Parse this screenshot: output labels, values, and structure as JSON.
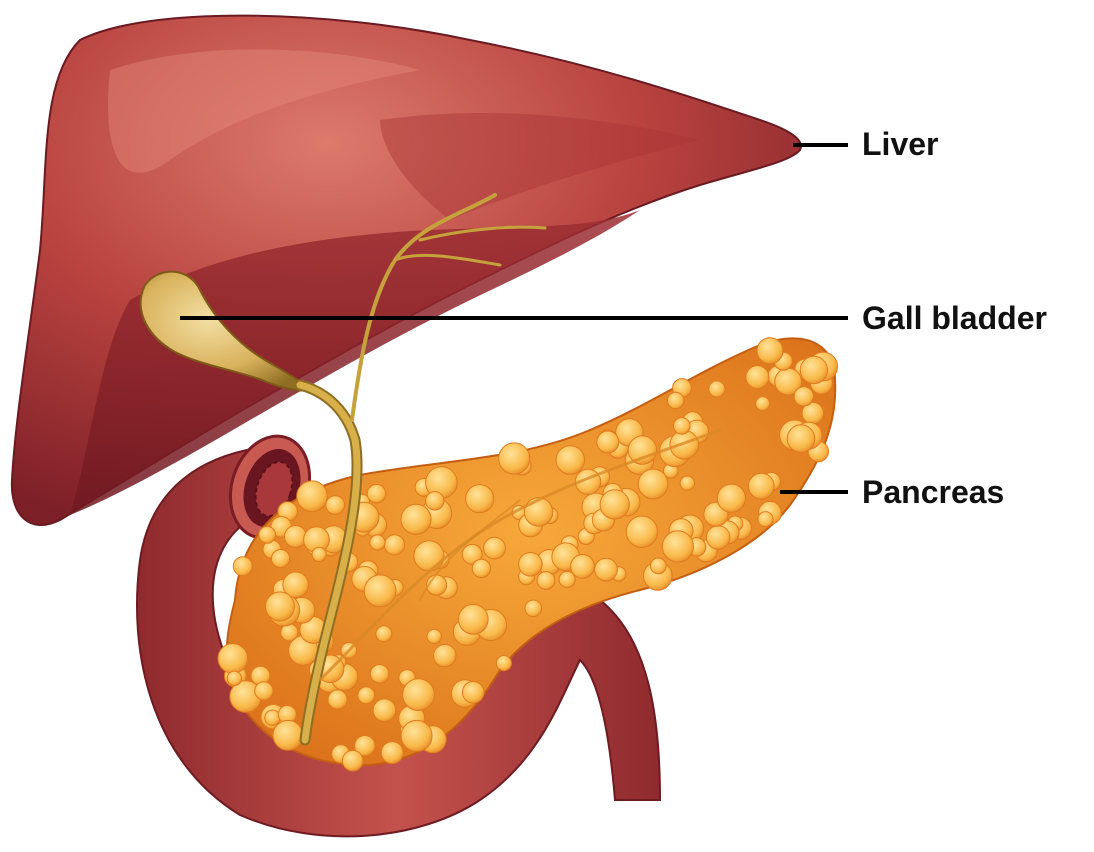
{
  "labels": {
    "liver": "Liver",
    "gall_bladder": "Gall bladder",
    "pancreas": "Pancreas"
  },
  "colors": {
    "liver": "#b53a3a",
    "liver_dark": "#7a1c24",
    "liver_highlight": "#d46a5e",
    "gall_bladder": "#d9b25c",
    "duct": "#c5a23c",
    "pancreas": "#f0902a",
    "pancreas_lobule": "#fbc85a",
    "intestine": "#b8403f",
    "leader_line": "#000000"
  },
  "icons": [
    "liver-shape",
    "gall-bladder-shape",
    "bile-duct",
    "pancreas-shape",
    "duodenum-shape"
  ]
}
